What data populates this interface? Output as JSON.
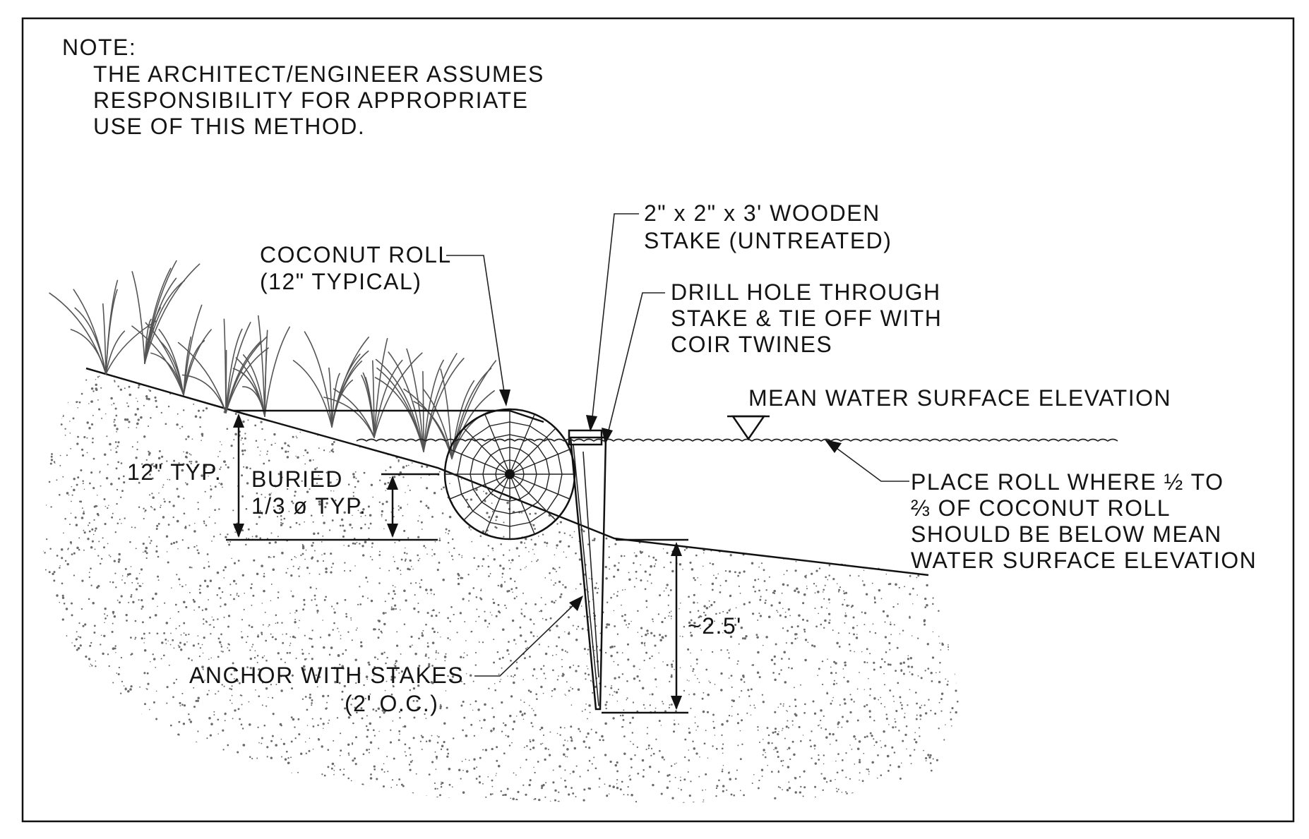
{
  "note": {
    "heading": "NOTE:",
    "lines": [
      "THE ARCHITECT/ENGINEER ASSUMES",
      "RESPONSIBILITY FOR APPROPRIATE",
      "USE OF THIS METHOD."
    ]
  },
  "labels": {
    "coconut_roll": [
      "COCONUT ROLL",
      "(12\" TYPICAL)"
    ],
    "wooden_stake": [
      "2\" x 2\" x 3' WOODEN",
      "STAKE (UNTREATED)"
    ],
    "drill_hole": [
      "DRILL HOLE THROUGH",
      "STAKE & TIE OFF WITH",
      "COIR TWINES"
    ],
    "mean_water": "MEAN WATER SURFACE ELEVATION",
    "place_roll": [
      "PLACE ROLL WHERE ½ TO",
      "⅔ OF COCONUT ROLL",
      "SHOULD BE BELOW MEAN",
      "WATER SURFACE ELEVATION"
    ],
    "typ_12": "12\" TYP.",
    "buried": [
      "BURIED",
      "1/3 ø TYP."
    ],
    "depth": "~2.5'",
    "anchor": [
      "ANCHOR WITH STAKES",
      "(2' O.C.)"
    ]
  },
  "colors": {
    "ink": "#111111",
    "stipple": "#6a6a6a",
    "background": "#ffffff"
  }
}
